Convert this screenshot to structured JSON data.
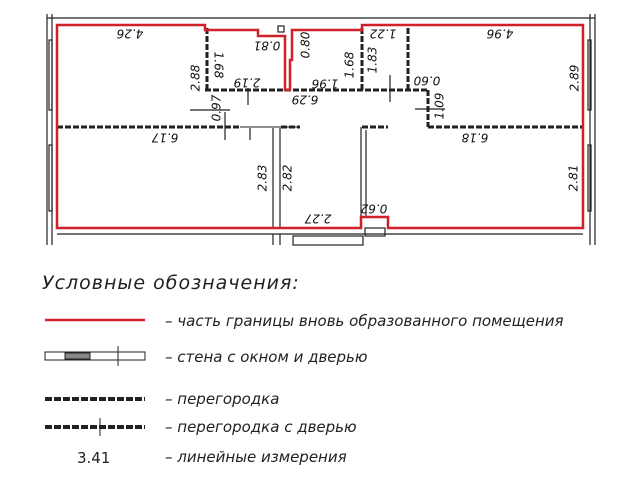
{
  "colors": {
    "boundary": "#d0202a",
    "wall": "#222222"
  },
  "plan": {
    "dimensions": {
      "d426": "4.26",
      "d081": "0.81",
      "d168a": "1.68",
      "d288": "2.88",
      "d219": "2.19",
      "d080": "0.80",
      "d196": "1.96",
      "d168b": "1.68",
      "d183": "1.83",
      "d122": "1.22",
      "d496": "4.96",
      "d289": "2.89",
      "d060": "0.60",
      "d629": "6.29",
      "d097": "0.97",
      "d109": "1.09",
      "d617": "6.17",
      "d618": "6.18",
      "d283": "2.83",
      "d282": "2.82",
      "d281": "2.81",
      "d227": "2.27",
      "d062": "0.62"
    }
  },
  "legend": {
    "title": "Условные обозначения:",
    "items": [
      {
        "label": "– часть границы вновь образованного помещения"
      },
      {
        "label": "– стена с окном и дверью"
      },
      {
        "label": "– перегородка"
      },
      {
        "label": "– перегородка с дверью"
      },
      {
        "label": "– линейные измерения",
        "sample": "3.41"
      }
    ]
  }
}
